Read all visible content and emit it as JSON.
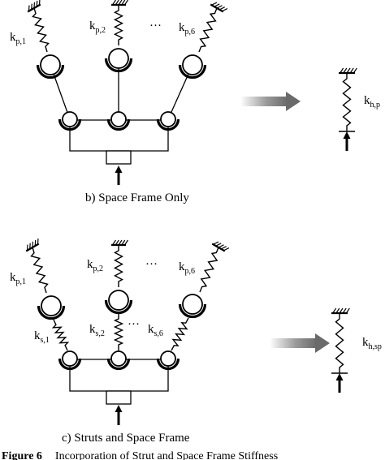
{
  "diagram_a": {
    "k_p1": {
      "main": "k",
      "sub": "p,1"
    },
    "k_p2": {
      "main": "k",
      "sub": "p,2"
    },
    "k_p6": {
      "main": "k",
      "sub": "p,6"
    },
    "ellipsis": "···",
    "k_equiv": {
      "main": "k",
      "sub": "h,p"
    },
    "caption": "b) Space Frame Only"
  },
  "diagram_b": {
    "k_p1": {
      "main": "k",
      "sub": "p,1"
    },
    "k_p2": {
      "main": "k",
      "sub": "p,2"
    },
    "k_p6": {
      "main": "k",
      "sub": "p,6"
    },
    "k_s1": {
      "main": "k",
      "sub": "s,1"
    },
    "k_s2": {
      "main": "k",
      "sub": "s,2"
    },
    "k_s6": {
      "main": "k",
      "sub": "s,6"
    },
    "ellipsis_top": "···",
    "ellipsis_mid": "···",
    "k_equiv": {
      "main": "k",
      "sub": "h,sp"
    },
    "caption": "c) Struts and Space Frame"
  },
  "figure_caption": {
    "label": "Figure 6",
    "text": "Incorporation of Strut and Space Frame Stiffness"
  }
}
